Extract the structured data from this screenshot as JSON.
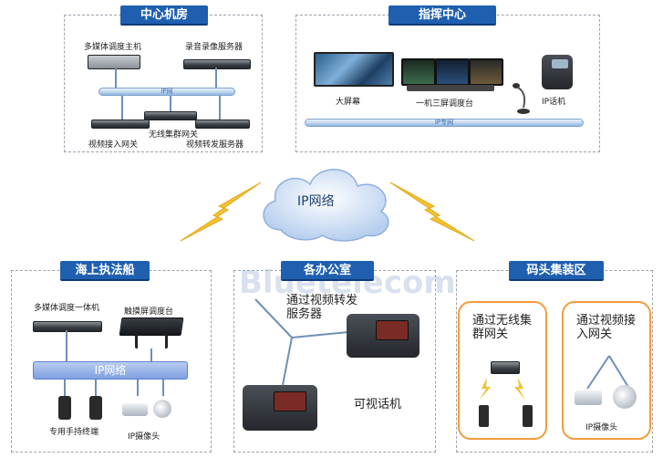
{
  "cloud": {
    "label": "IP网络"
  },
  "watermark": {
    "text": "Bluetelecom"
  },
  "center_room": {
    "title": "中心机房",
    "bus_label": "IP网",
    "devices": {
      "dispatch_host": "多媒体调度主机",
      "recording_server": "录音录像服务器",
      "trunk_gateway": "无线集群网关",
      "video_gateway": "视频接入网关",
      "video_forward": "视频转发服务器"
    }
  },
  "command_center": {
    "title": "指挥中心",
    "bus_label": "IP专网",
    "devices": {
      "big_screen": "大屏幕",
      "console": "一机三屏调度台",
      "ip_phone": "IP话机"
    }
  },
  "ship": {
    "title": "海上执法船",
    "bus_label": "IP网络",
    "devices": {
      "all_in_one": "多媒体调度一体机",
      "touch_console": "触摸屏调度台",
      "handheld": "专用手持终端",
      "camera": "IP摄像头"
    }
  },
  "office": {
    "title": "各办公室",
    "note": "通过视频转发服务器",
    "phone_label": "可视话机"
  },
  "dock": {
    "title": "码头集装区",
    "left_box": "通过无线集群网关",
    "right_box": "通过视频接入网关",
    "camera": "IP摄像头"
  },
  "colors": {
    "title_bg": "#1f5fb0",
    "orange": "#f39c3d",
    "lightning": "#f2c230",
    "cloud": "#d6e5f7"
  }
}
